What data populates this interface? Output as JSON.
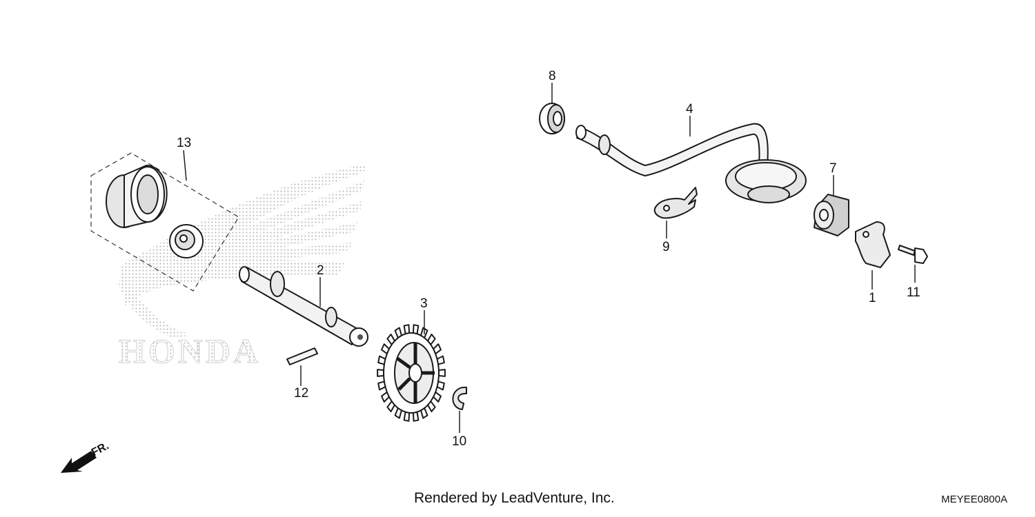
{
  "diagram": {
    "watermark_text": "HONDA",
    "direction_label": "FR.",
    "callouts": [
      {
        "id": "callout-1",
        "label": "1"
      },
      {
        "id": "callout-2",
        "label": "2"
      },
      {
        "id": "callout-3",
        "label": "3"
      },
      {
        "id": "callout-4",
        "label": "4"
      },
      {
        "id": "callout-7",
        "label": "7"
      },
      {
        "id": "callout-8",
        "label": "8"
      },
      {
        "id": "callout-9",
        "label": "9"
      },
      {
        "id": "callout-10",
        "label": "10"
      },
      {
        "id": "callout-11",
        "label": "11"
      },
      {
        "id": "callout-12",
        "label": "12"
      },
      {
        "id": "callout-13",
        "label": "13"
      }
    ]
  },
  "footer": {
    "credit": "Rendered by LeadVenture, Inc.",
    "code": "MEYEE0800A"
  },
  "colors": {
    "line": "#1a1a1a",
    "part_fill": "#ffffff",
    "part_shade": "#d9d9d9",
    "watermark": "#c8c8c8"
  }
}
